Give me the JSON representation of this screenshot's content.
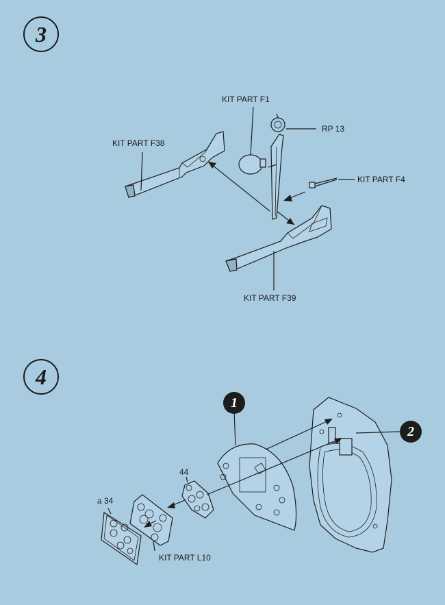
{
  "steps": [
    {
      "number": "3",
      "labels": {
        "kit_part_f1": "KIT PART F1",
        "kit_part_f38": "KIT PART F38",
        "rp13": "RP 13",
        "kit_part_f4": "KIT PART F4",
        "kit_part_f39": "KIT PART F39"
      }
    },
    {
      "number": "4",
      "labels": {
        "part_44": "44",
        "part_a34": "a 34",
        "kit_part_l10": "KIT PART L10"
      },
      "callouts": [
        "1",
        "2"
      ]
    }
  ],
  "colors": {
    "background": "#a9cbe0",
    "ink": "#1e1e1e",
    "callout_fill": "#1c1c1c"
  }
}
